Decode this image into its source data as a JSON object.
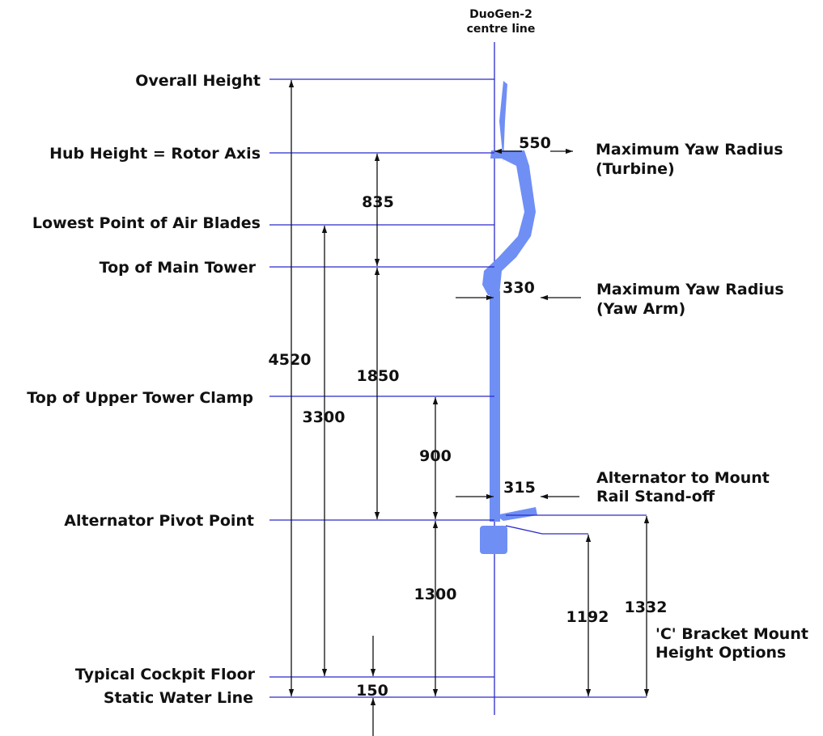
{
  "centreline_label": [
    "DuoGen-2",
    "centre line"
  ],
  "levels": {
    "overall_height": "Overall Height",
    "hub_height": "Hub Height = Rotor Axis",
    "lowest_air_blades": "Lowest Point of Air Blades",
    "top_main_tower": "Top of Main Tower",
    "top_upper_clamp": "Top of Upper Tower Clamp",
    "alternator_pivot": "Alternator Pivot Point",
    "cockpit_floor": "Typical Cockpit Floor",
    "water_line": "Static Water Line"
  },
  "dimensions": {
    "overall": "4520",
    "air_blades": "3300",
    "hub_to_tower": "835",
    "tower_to_pivot": "1850",
    "clamp_to_pivot": "900",
    "pivot_to_water": "1300",
    "floor_to_water": "150",
    "bracket_low": "1192",
    "bracket_high": "1332",
    "yaw_turbine": "550",
    "yaw_arm": "330",
    "standoff": "315"
  },
  "side_labels": {
    "yaw_turbine": [
      "Maximum Yaw Radius",
      "(Turbine)"
    ],
    "yaw_arm": [
      "Maximum Yaw Radius",
      "(Yaw Arm)"
    ],
    "standoff": [
      "Alternator to Mount",
      "Rail Stand-off"
    ],
    "bracket": [
      "'C' Bracket Mount",
      "Height Options"
    ]
  },
  "colors": {
    "reference_line": "#2a2acc",
    "turbine_body": "#6f8ff5",
    "text": "#111111"
  }
}
